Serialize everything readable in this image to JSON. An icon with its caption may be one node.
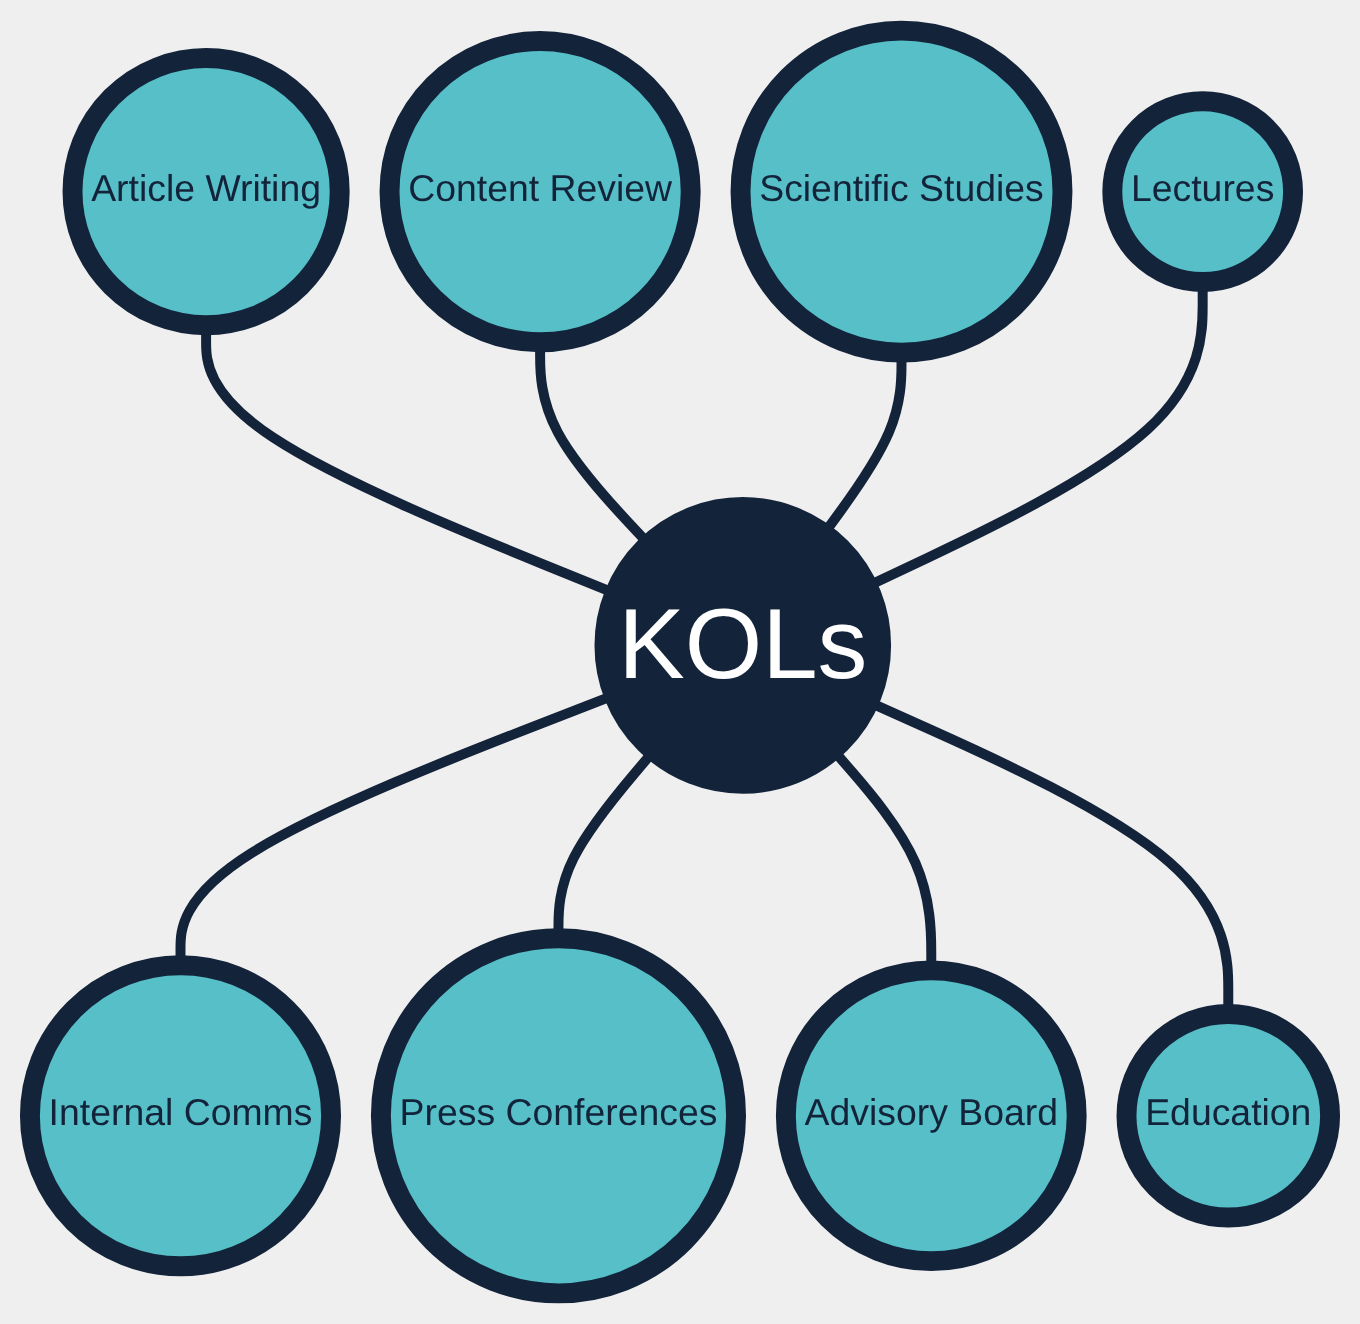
{
  "diagram": {
    "nodes": [
      {
        "text": [
          "Article Writing"
        ]
      },
      {
        "text": [
          "Content Review"
        ]
      },
      {
        "text": [
          "Scientific Studies"
        ]
      },
      {
        "text": [
          "Lectures"
        ]
      },
      {
        "text": [
          "KOLs"
        ]
      },
      {
        "text": [
          "Internal Comms"
        ]
      },
      {
        "text": [
          "Press Conferences"
        ]
      },
      {
        "text": [
          "Advisory Board"
        ]
      },
      {
        "text": [
          "Education"
        ]
      }
    ],
    "edges": [
      {
        "from": 0,
        "to": 4,
        "arrow": "none"
      },
      {
        "from": 1,
        "to": 4,
        "arrow": "none"
      },
      {
        "from": 2,
        "to": 4,
        "arrow": "none"
      },
      {
        "from": 3,
        "to": 4,
        "arrow": "none"
      },
      {
        "from": 4,
        "to": 5,
        "arrow": "none"
      },
      {
        "from": 4,
        "to": 6,
        "arrow": "none"
      },
      {
        "from": 4,
        "to": 7,
        "arrow": "none"
      },
      {
        "from": 4,
        "to": 8,
        "arrow": "none"
      }
    ]
  }
}
